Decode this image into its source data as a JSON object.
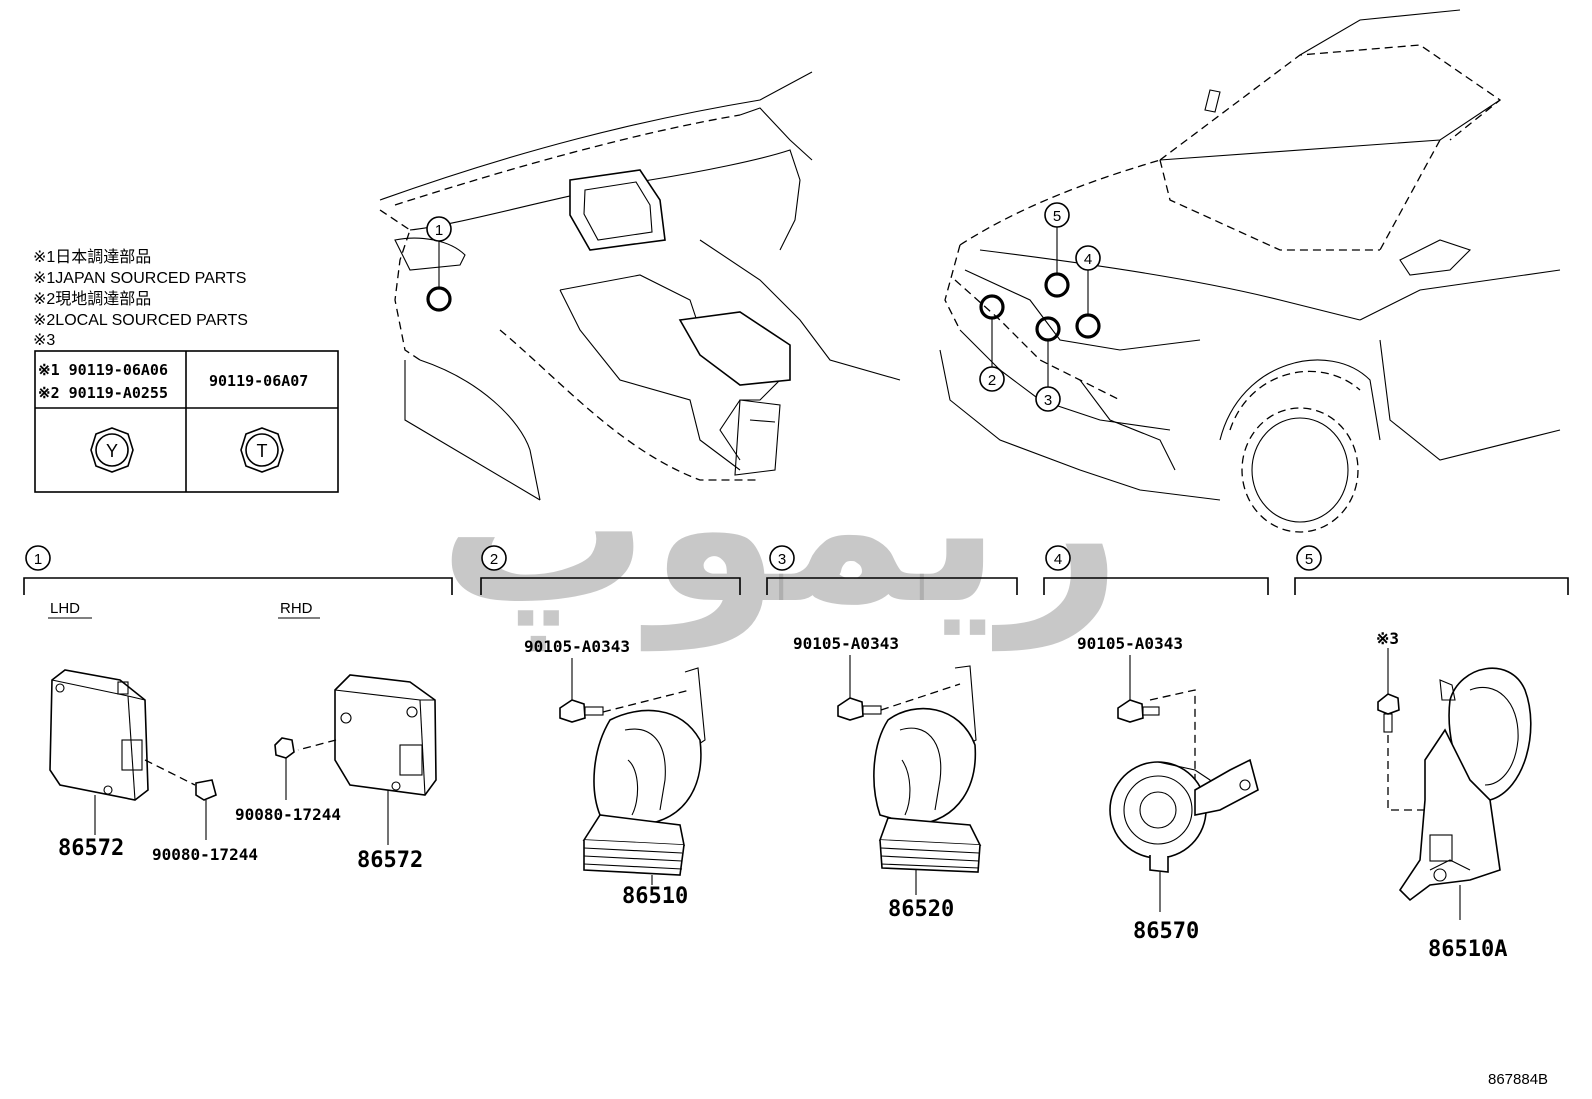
{
  "notes": {
    "line1": "※1日本調達部品",
    "line2": "※1JAPAN SOURCED PARTS",
    "line3": "※2現地調達部品",
    "line4": "※2LOCAL SOURCED PARTS",
    "line5": "※3"
  },
  "table": {
    "left_header_1": "※1 90119-06A06",
    "left_header_2": "※2 90119-A0255",
    "right_header": "90119-06A07",
    "left_symbol": "Y",
    "right_symbol": "T"
  },
  "callouts": [
    "1",
    "2",
    "3",
    "4",
    "5"
  ],
  "sections": [
    {
      "num": "1",
      "sub_left": "LHD",
      "sub_right": "RHD"
    },
    {
      "num": "2"
    },
    {
      "num": "3"
    },
    {
      "num": "4"
    },
    {
      "num": "5"
    }
  ],
  "parts": {
    "s1_lhd_module": "86572",
    "s1_lhd_nut": "90080-17244",
    "s1_rhd_nut": "90080-17244",
    "s1_rhd_module": "86572",
    "s2_bolt": "90105-A0343",
    "s2_horn": "86510",
    "s3_bolt": "90105-A0343",
    "s3_horn": "86520",
    "s4_bolt": "90105-A0343",
    "s4_horn": "86570",
    "s5_bolt": "※3",
    "s5_horn": "86510A"
  },
  "diagram_id": "867884B",
  "watermark": "ریموپ"
}
